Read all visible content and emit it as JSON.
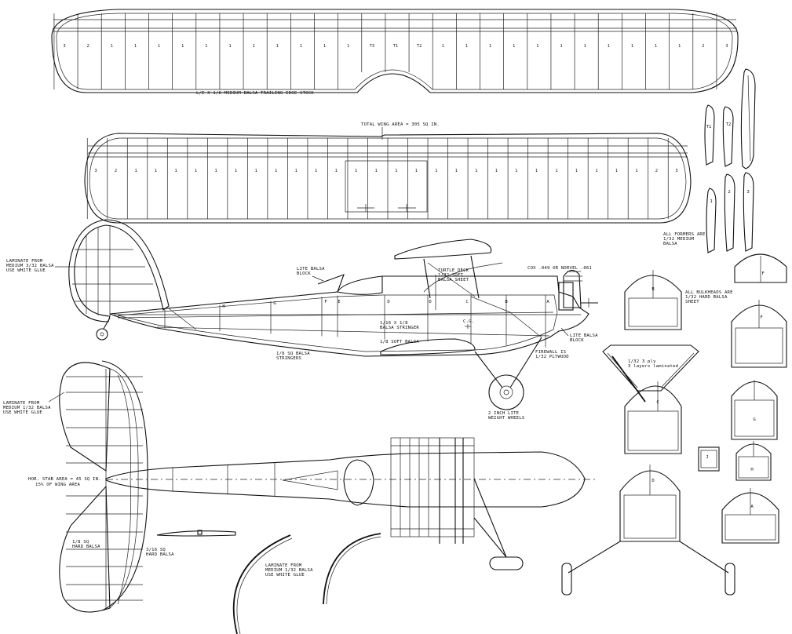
{
  "labels": {
    "upper_wing_te": "L/E X 1/8 MEDIUM BALSA TRAILING EDGE STOCK",
    "wing_area": "TOTAL WING AREA = 305 SQ IN.",
    "rudder_laminate": [
      "LAMINATE FROM",
      "MEDIUM 3/32 BALSA",
      "USE WHITE GLUE"
    ],
    "lite_block_top": [
      "LITE BALSA",
      "BLOCK"
    ],
    "turtle_deck": [
      "TURTLE DECK",
      "1/32 SOFT",
      "BALSA SHEET"
    ],
    "engine": "COX .049 OR NORVEL .061",
    "stringer_mid": [
      "1/16 X 1/8",
      "BALSA STRINGER"
    ],
    "cg": "C.G.",
    "soft_balsa": "1/8 SOFT BALSA",
    "lite_block_nose": [
      "LITE BALSA",
      "BLOCK"
    ],
    "firewall": [
      "FIREWALL IS",
      "1/32 PLYWOOD"
    ],
    "stringers_low": [
      "1/8 SQ BALSA",
      "STRINGERS"
    ],
    "formers": [
      "ALL FORMERS ARE",
      "1/32 MEDIUM",
      "BALSA"
    ],
    "bulkheads": [
      "ALL BULKHEADS ARE",
      "1/32 HARD BALSA",
      "SHEET"
    ],
    "ply_note": [
      "1/32  3 ply",
      "3 layers laminated"
    ],
    "wheels": [
      "2 INCH LITE",
      "WEIGHT WHEELS"
    ],
    "stab_laminate": [
      "LAMINATE FROM",
      "MEDIUM 1/32 BALSA",
      "USE WHITE GLUE"
    ],
    "stab_area": [
      "HOR. STAB AREA = 45 SQ IN.",
      "15% OF WING AREA"
    ],
    "hard_balsa_left": [
      "1/8 SQ",
      "HARD BALSA"
    ],
    "hard_balsa_right": [
      "3/16 SQ",
      "HARD BALSA"
    ],
    "gear_laminate": [
      "LAMINATE FROM",
      "MEDIUM 1/32 BALSA",
      "USE WHITE GLUE"
    ]
  },
  "upper_wing_ribs": [
    "3",
    "2",
    "1",
    "1",
    "1",
    "1",
    "1",
    "1",
    "1",
    "1",
    "1",
    "1",
    "1",
    "T3",
    "T1",
    "T2",
    "1",
    "1",
    "1",
    "1",
    "1",
    "1",
    "1",
    "1",
    "1",
    "1",
    "1",
    "2",
    "3"
  ],
  "lower_wing_ribs": [
    "3",
    "2",
    "1",
    "1",
    "1",
    "1",
    "1",
    "1",
    "1",
    "1",
    "1",
    "1",
    "1",
    "1",
    "1",
    "1",
    "1",
    "1",
    "1",
    "1",
    "1",
    "1",
    "1",
    "1",
    "1",
    "1",
    "1",
    "1",
    "2",
    "3"
  ],
  "fuselage_stations": [
    "H",
    "G",
    "F",
    "E",
    "D",
    "D",
    "C",
    "B",
    "A"
  ],
  "rib_parts": [
    "T1",
    "T2",
    "1",
    "2",
    "3"
  ],
  "bulkhead_letters": [
    "F",
    "B",
    "F",
    "C",
    "G",
    "J",
    "H",
    "A",
    "D"
  ]
}
